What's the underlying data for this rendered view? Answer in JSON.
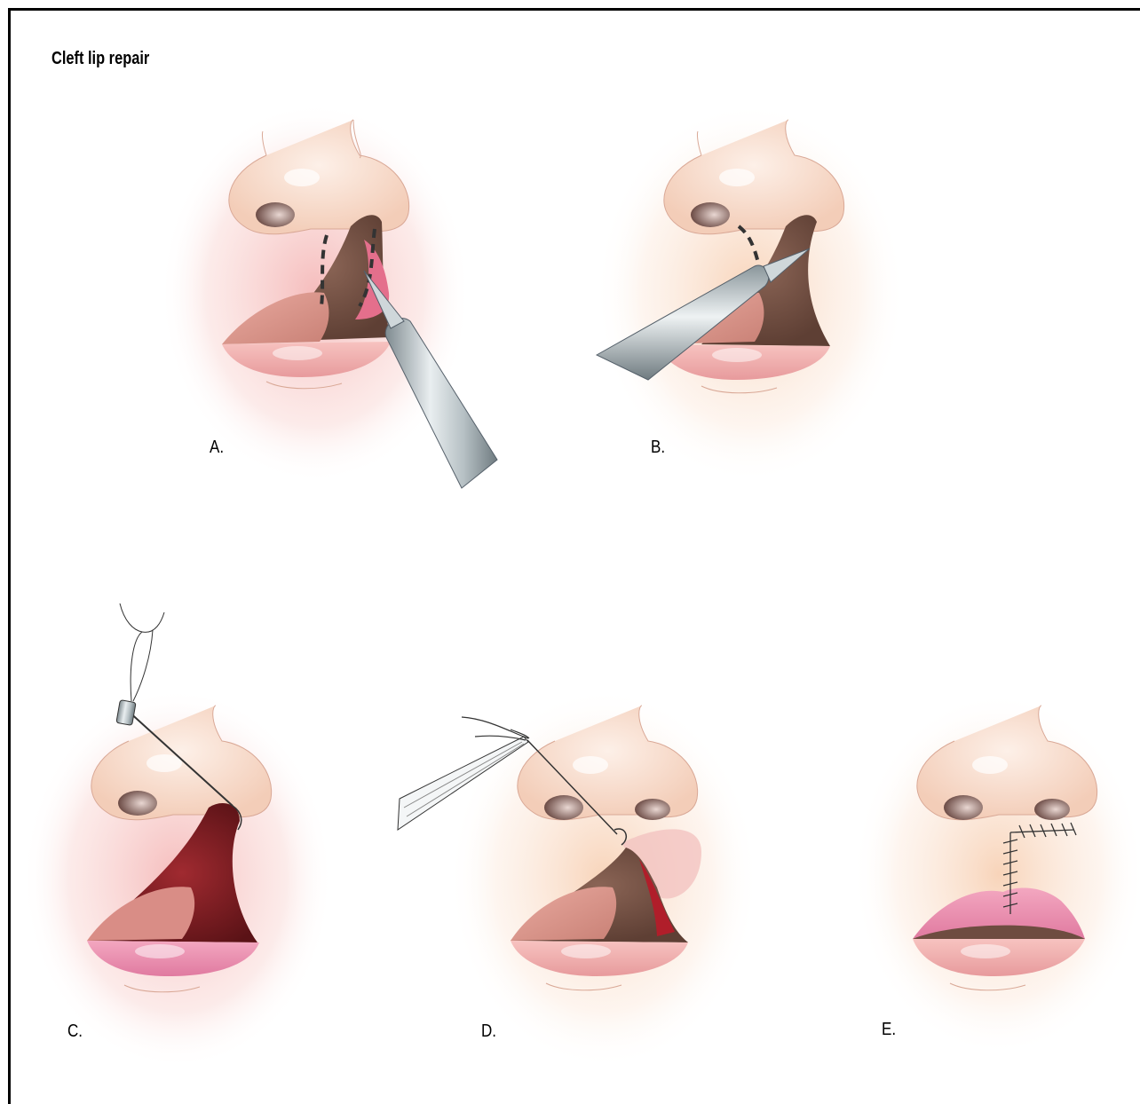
{
  "title": "Cleft lip repair",
  "panels": [
    {
      "label": "A."
    },
    {
      "label": "B."
    },
    {
      "label": "C."
    },
    {
      "label": "D."
    },
    {
      "label": "E."
    }
  ],
  "colors": {
    "skin": "#f6d5c4",
    "glow_warm": "#f6c9a8",
    "glow_red": "#f2a6a6",
    "lip_pink": "#f4a9b8",
    "cleft_brown": "#7a5648",
    "cleft_dark_red": "#6d1a1f",
    "instrument_steel": "#b8c2c6"
  }
}
